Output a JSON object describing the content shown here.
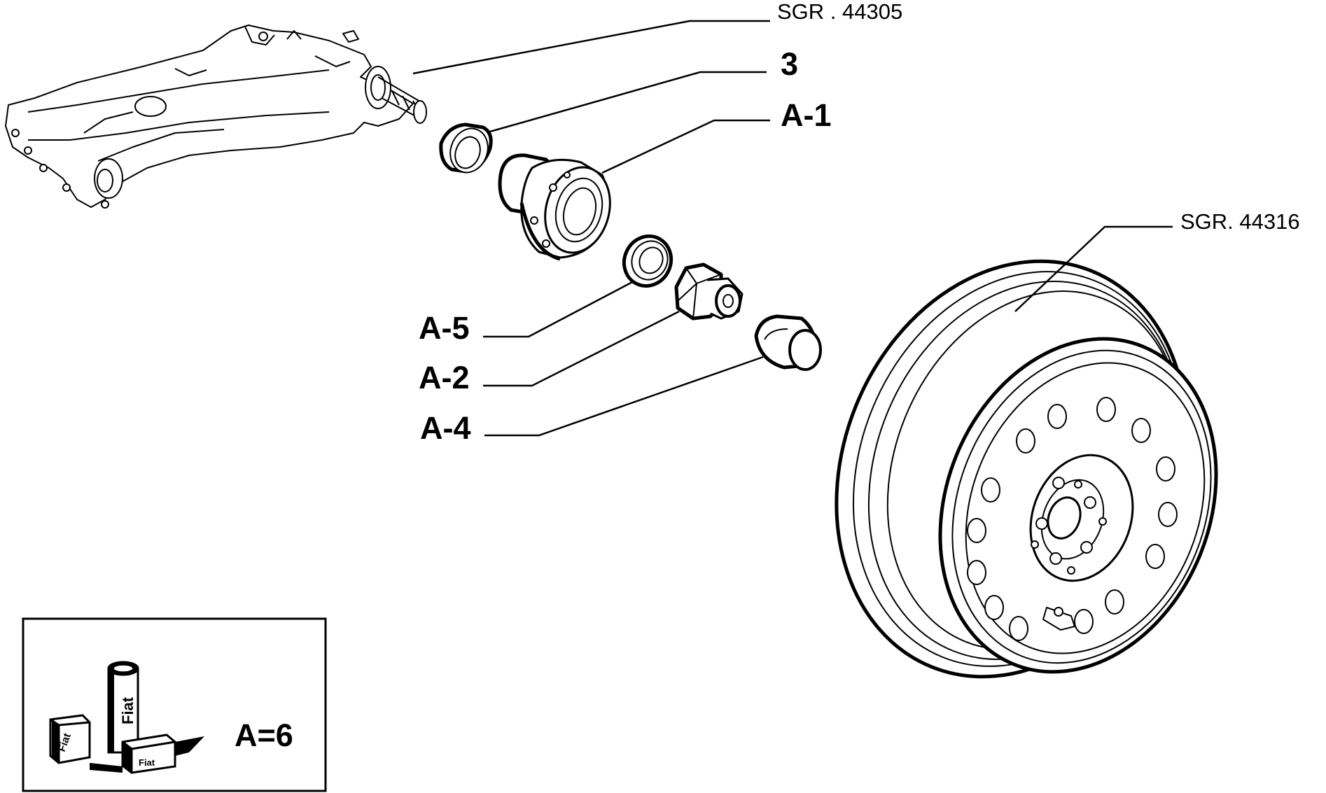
{
  "callouts": {
    "suspension_ref": "SGR . 44305",
    "bearing_ref": "3",
    "hub_ref": "A-1",
    "spacer_ref": "A-5",
    "bolt_ref": "A-2",
    "cap_ref": "A-4",
    "wheel_ref": "SGR. 44316"
  },
  "kit_box": {
    "label": "A=6",
    "brand_text": "Fiat"
  }
}
